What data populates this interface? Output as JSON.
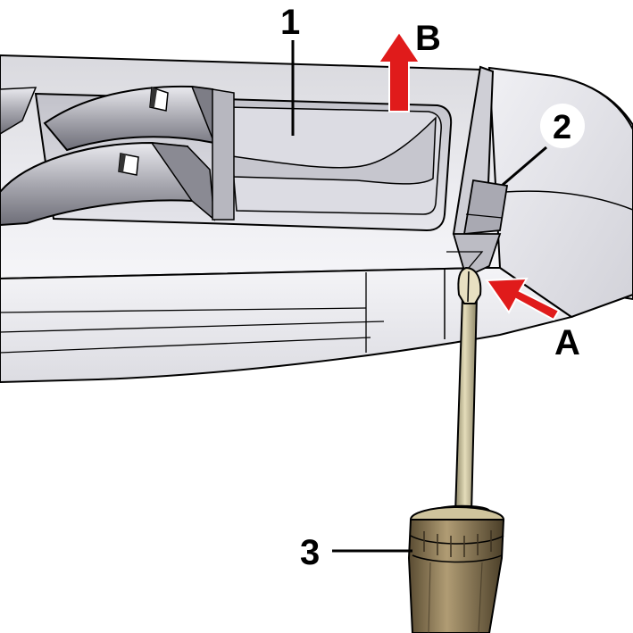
{
  "callouts": {
    "part_1": "1",
    "part_2": "2",
    "part_3": "3",
    "arrow_a": "A",
    "arrow_b": "B"
  },
  "colors": {
    "arrow": "#e01b1b",
    "panel_light": "#e9e9ee",
    "panel_mid": "#c9c9d0",
    "panel_dark": "#8f8f98",
    "tool_shaft": "#b8b08a",
    "tool_handle": "#7a6a48"
  },
  "icons": {
    "arrow_a": "red-arrow-pointing-left-up",
    "arrow_b": "red-arrow-pointing-up"
  }
}
